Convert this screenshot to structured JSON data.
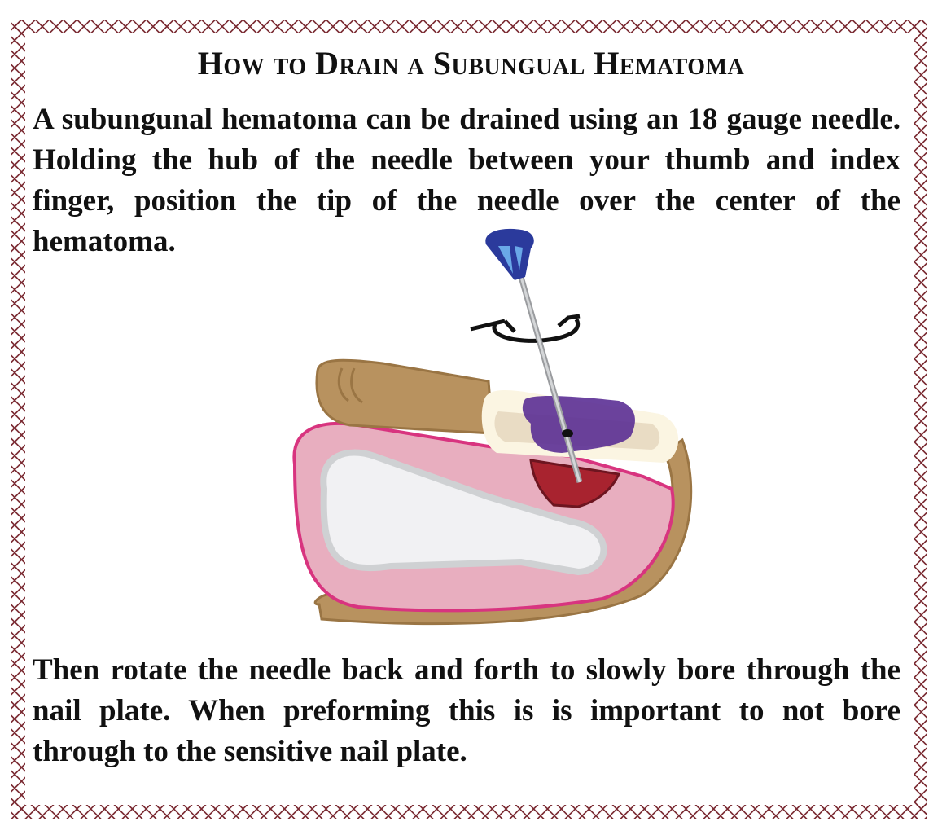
{
  "title": "How to Drain a Subungual Hematoma",
  "paragraphs": [
    "A subungunal hematoma can be drained using an 18 gauge needle. Holding the hub of the needle between your thumb and index finger, position the tip of the needle over the center of the hematoma.",
    "Then rotate the needle back and forth to slowly bore through the nail plate. When preforming this is is important to not bore through to the sensitive nail plate."
  ],
  "colors": {
    "border": "#7a2a32",
    "skin": "#b8925f",
    "skin_outline": "#9a7544",
    "flesh": "#e8aebf",
    "flesh_outline": "#d8347f",
    "bone": "#f1f1f3",
    "bone_outline": "#cfd1d3",
    "nail": "#fbf5e2",
    "nail_bed": "#e9dcc4",
    "hematoma_under_nail": "#5b2f95",
    "hematoma": "#a8232f",
    "needle_hub": "#2b3a9c",
    "needle_hub_light": "#6aa8e8",
    "needle_shaft": "#b7b9bc"
  }
}
